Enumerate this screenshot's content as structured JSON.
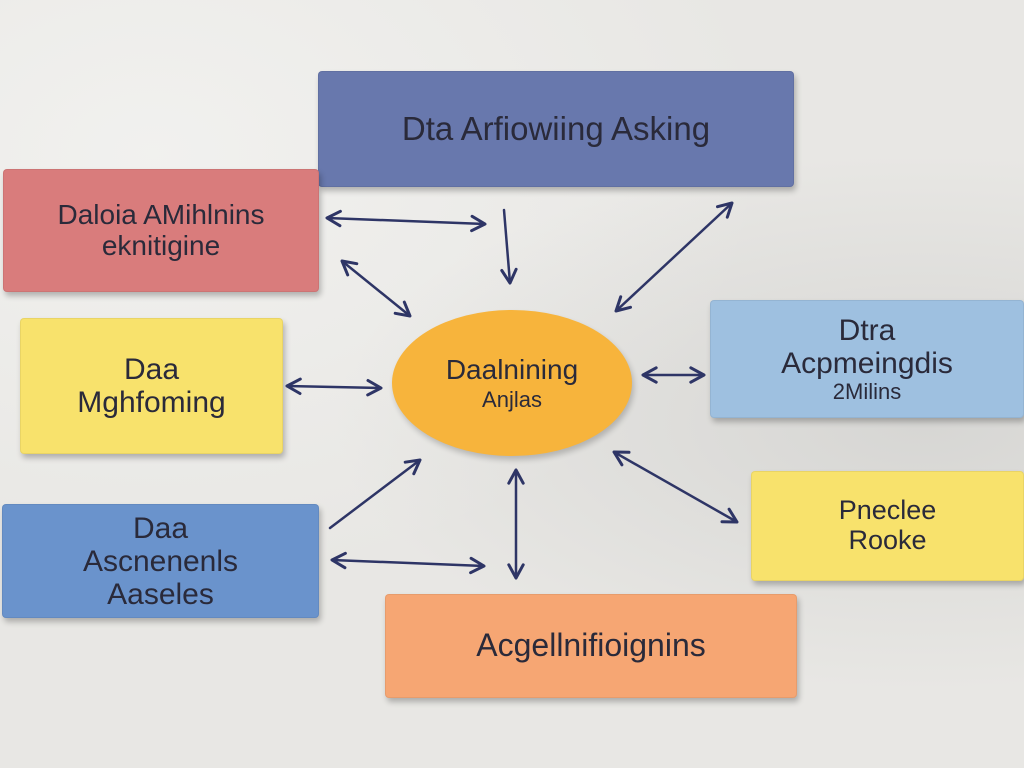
{
  "colors": {
    "background": "#e8e7e4",
    "arrow": "#2e3566",
    "top_box": "#6878ad",
    "pink_box": "#d97c7c",
    "yellow_box": "#f8e26c",
    "blue_left_box": "#6a93cc",
    "orange_box": "#f6a673",
    "blue_right_box": "#9ec0e0",
    "yellow_right_box": "#f8e26c",
    "center_ellipse": "#f7b43c"
  },
  "center": {
    "line1": "Daalnining",
    "line2": "Anjlas"
  },
  "boxes": {
    "top": {
      "line1": "Dta Arfiowiing Asking"
    },
    "pink": {
      "line1": "Daloia AMihlnins",
      "line2": "eknitigine"
    },
    "yellow_left": {
      "line1": "Daa",
      "line2": "Mghfoming"
    },
    "blue_left": {
      "line1": "Daa",
      "line2": "Ascnenenls",
      "line3": "Aaseles"
    },
    "orange": {
      "line1": "Acgellnifioignins"
    },
    "blue_right": {
      "line1": "Dtra",
      "line2": "Acpmeingdis",
      "line3": "2Milins"
    },
    "yellow_right": {
      "line1": "Pneclee",
      "line2": "Rooke"
    }
  }
}
